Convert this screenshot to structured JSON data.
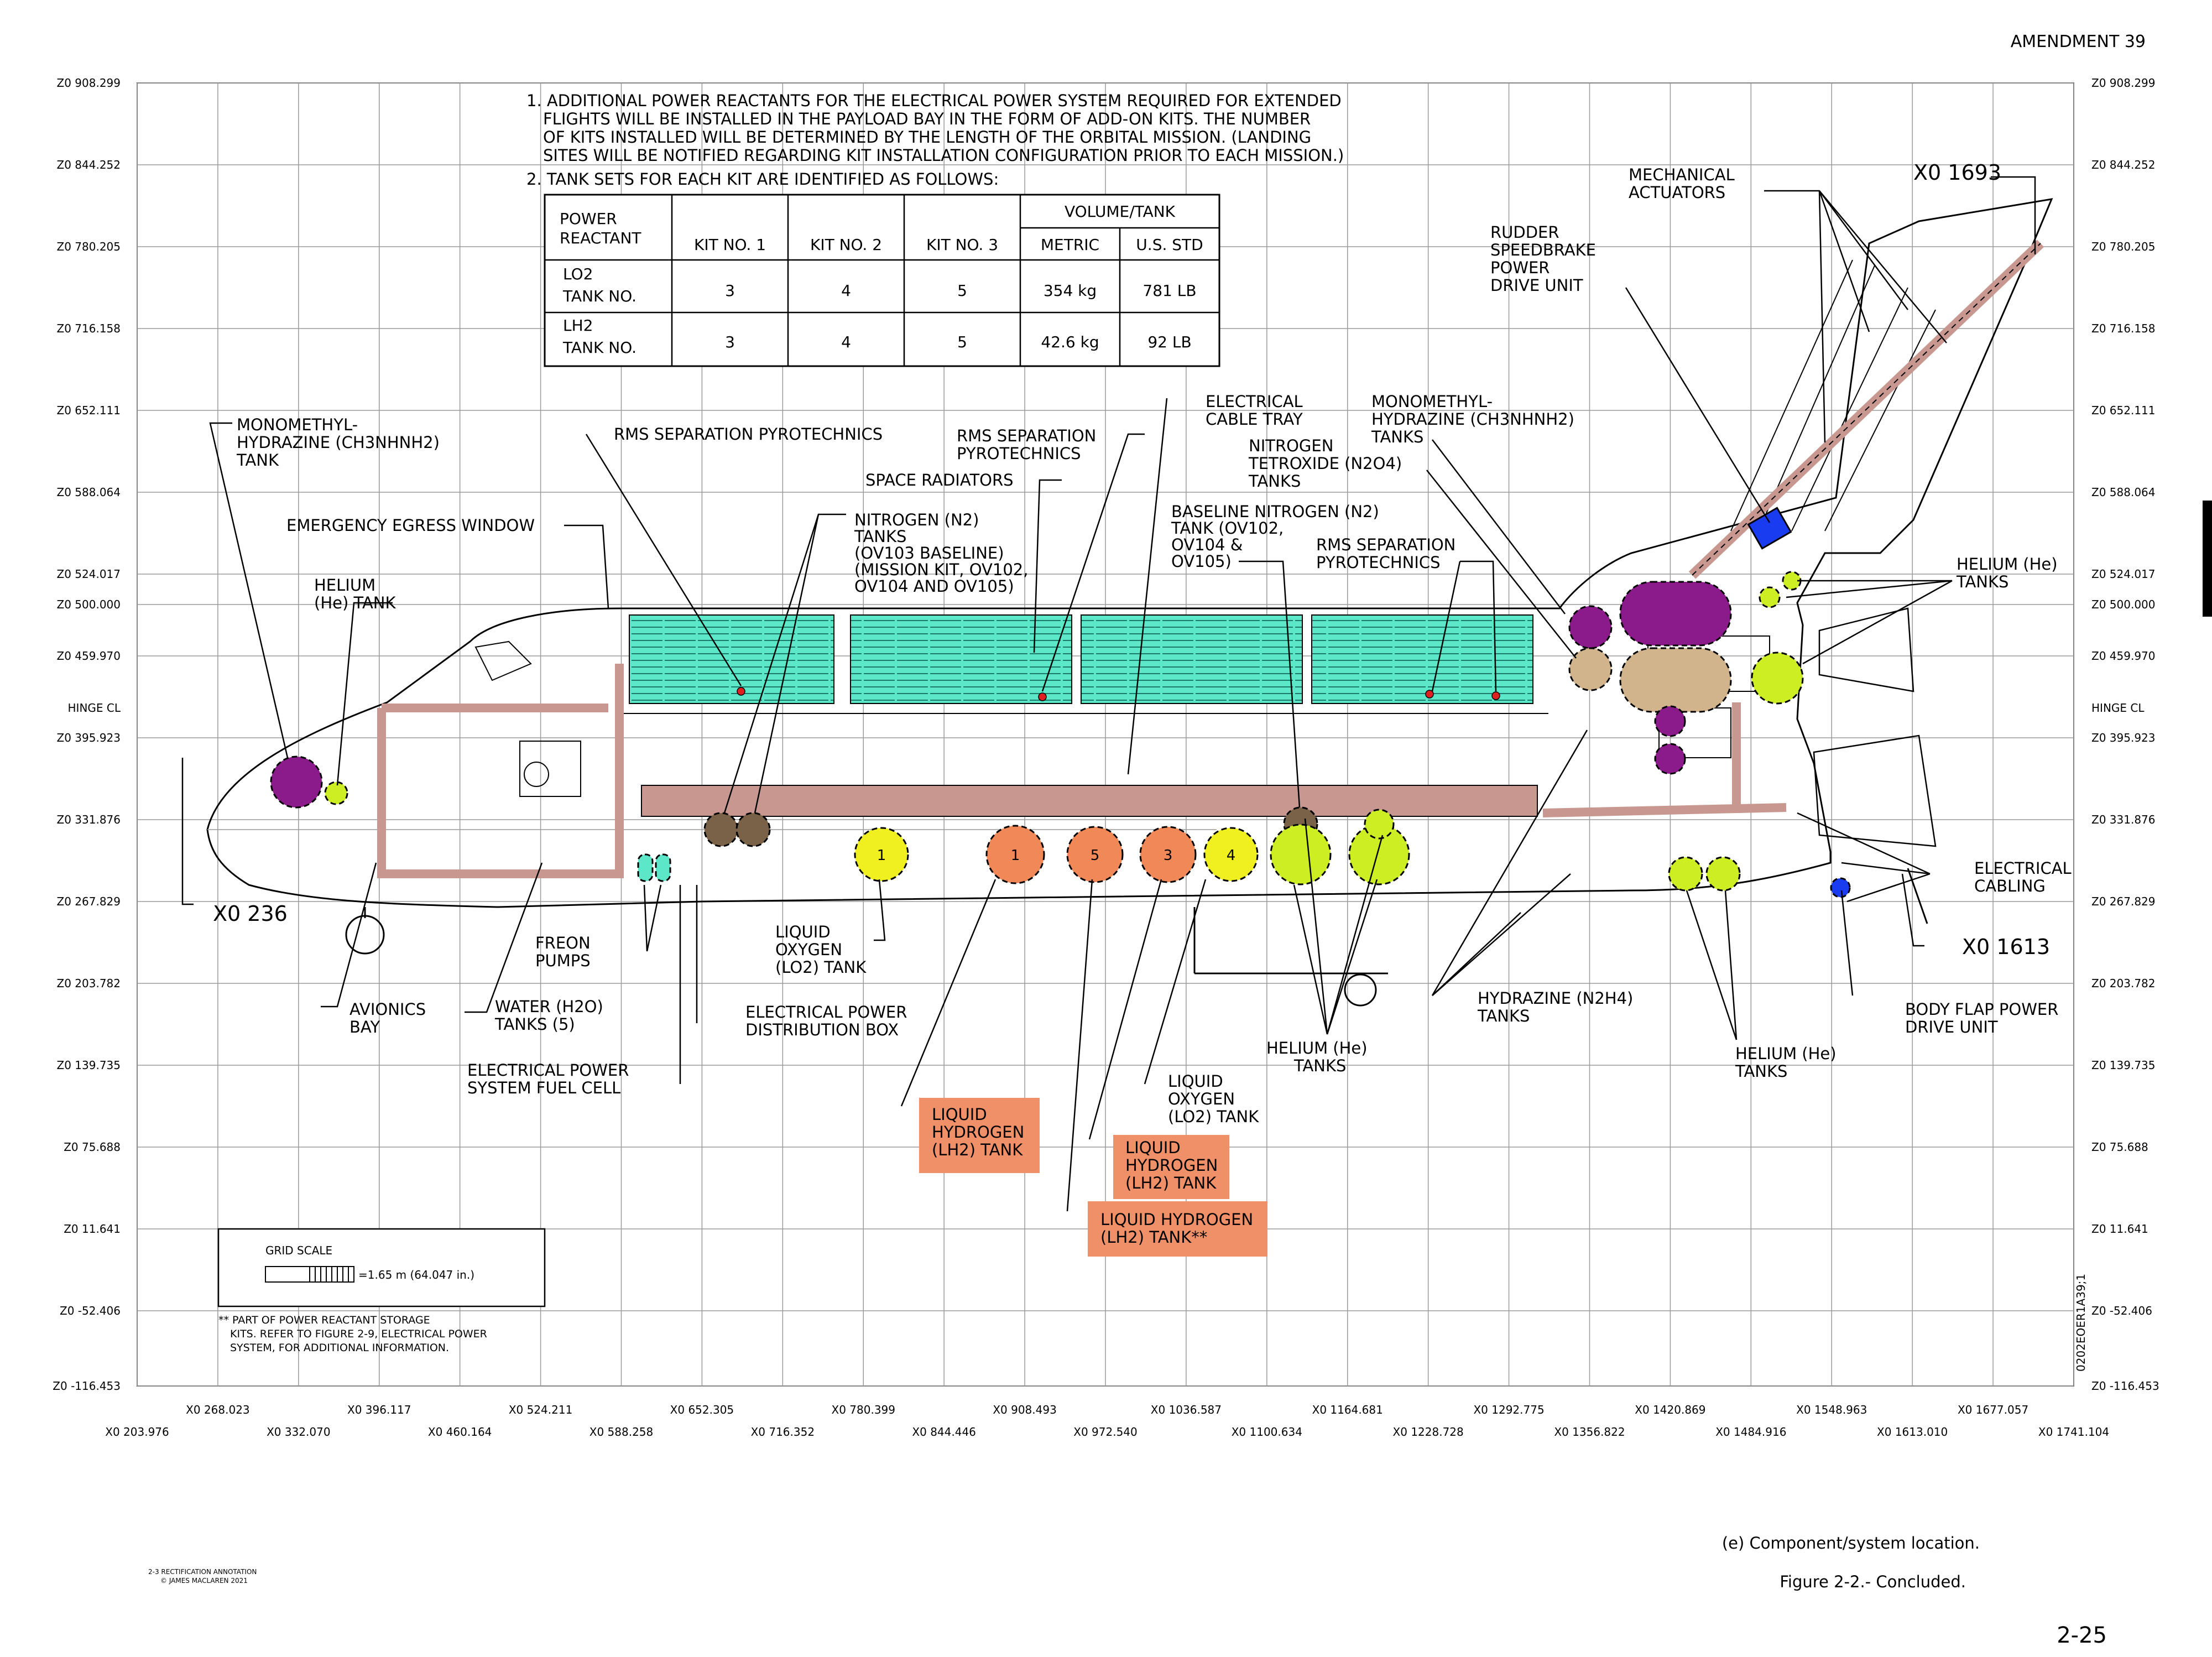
{
  "amendment": "AMENDMENT 39",
  "z_labels": [
    "Z0 908.299",
    "Z0 844.252",
    "Z0 780.205",
    "Z0 716.158",
    "Z0 652.111",
    "Z0 588.064",
    "Z0 524.017",
    "Z0 500.000",
    "Z0 459.970",
    "HINGE CL",
    "Z0 395.923",
    "Z0 331.876",
    "Z0 267.829",
    "Z0 203.782",
    "Z0 139.735",
    "Z0 75.688",
    "Z0 11.641",
    "Z0 -52.406",
    "Z0 -116.453"
  ],
  "x_labels_upper": [
    "X0 268.023",
    "X0 396.117",
    "X0 524.211",
    "X0 652.305",
    "X0 780.399",
    "X0 908.493",
    "X0 1036.587",
    "X0 1164.681",
    "X0 1292.775",
    "X0 1420.869",
    "X0 1548.963",
    "X0 1677.057"
  ],
  "x_labels_lower": [
    "X0 203.976",
    "X0 332.070",
    "X0 460.164",
    "X0 588.258",
    "X0 716.352",
    "X0 844.446",
    "X0 972.540",
    "X0 1100.634",
    "X0 1228.728",
    "X0 1356.822",
    "X0 1484.916",
    "X0 1613.010",
    "X0 1741.104"
  ],
  "notes": [
    "1. ADDITIONAL POWER REACTANTS FOR THE ELECTRICAL POWER SYSTEM REQUIRED FOR EXTENDED",
    "FLIGHTS WILL BE INSTALLED IN THE PAYLOAD BAY IN THE FORM OF ADD-ON KITS. THE NUMBER",
    "OF KITS INSTALLED WILL BE DETERMINED BY THE LENGTH OF THE ORBITAL MISSION. (LANDING",
    "SITES WILL BE NOTIFIED REGARDING KIT INSTALLATION CONFIGURATION PRIOR TO EACH MISSION.)",
    "2. TANK SETS FOR EACH KIT ARE IDENTIFIED AS FOLLOWS:"
  ],
  "table": {
    "h_power": "POWER",
    "h_reactant": "REACTANT",
    "h_kit1": "KIT NO. 1",
    "h_kit2": "KIT NO. 2",
    "h_kit3": "KIT NO. 3",
    "h_volume": "VOLUME/TANK",
    "h_metric": "METRIC",
    "h_us": "U.S. STD",
    "lo2_a": "LO2",
    "lo2_b": "TANK NO.",
    "lo2_k1": "3",
    "lo2_k2": "4",
    "lo2_k3": "5",
    "lo2_m": "354 kg",
    "lo2_u": "781 LB",
    "lh2_a": "LH2",
    "lh2_b": "TANK NO.",
    "lh2_k1": "3",
    "lh2_k2": "4",
    "lh2_k3": "5",
    "lh2_m": "42.6 kg",
    "lh2_u": "92 LB"
  },
  "labels": {
    "mmh_tank": [
      "MONOMETHYL-",
      "HYDRAZINE (CH3NHNH2)",
      "TANK"
    ],
    "rms_sep1": "RMS SEPARATION PYROTECHNICS",
    "rms_sep2": [
      "RMS SEPARATION",
      "PYROTECHNICS"
    ],
    "space_rad": "SPACE RADIATORS",
    "elec_tray": [
      "ELECTRICAL",
      "CABLE TRAY"
    ],
    "mmh_tanks": [
      "MONOMETHYL-",
      "HYDRAZINE (CH3NHNH2)",
      "TANKS"
    ],
    "n2o4": [
      "NITROGEN",
      "TETROXIDE (N2O4)",
      "TANKS"
    ],
    "mech_act": [
      "MECHANICAL",
      "ACTUATORS"
    ],
    "x1693": "X0  1693",
    "rudder": [
      "RUDDER",
      "SPEEDBRAKE",
      "POWER",
      "DRIVE UNIT"
    ],
    "egress": "EMERGENCY EGRESS WINDOW",
    "helium_tank": [
      "HELIUM",
      "(He) TANK"
    ],
    "n2_tanks": [
      "NITROGEN (N2)",
      "TANKS",
      "(OV103 BASELINE)",
      "(MISSION KIT, OV102,",
      "OV104 AND OV105)"
    ],
    "baseline_n2": [
      "BASELINE NITROGEN (N2)",
      "TANK (OV102,",
      "OV104 &",
      "OV105)"
    ],
    "rms_sep3": [
      "RMS SEPARATION",
      "PYROTECHNICS"
    ],
    "he_tanks_r": [
      "HELIUM (He)",
      "TANKS"
    ],
    "x236": "X0  236",
    "elec_cabling": [
      "ELECTRICAL",
      "CABLING"
    ],
    "x1613": "X0  1613",
    "freon": [
      "FREON",
      "PUMPS"
    ],
    "lo2_tank": [
      "LIQUID",
      "OXYGEN",
      "(LO2) TANK"
    ],
    "avionics": [
      "AVIONICS",
      "BAY"
    ],
    "water": [
      "WATER (H2O)",
      "TANKS (5)"
    ],
    "epdb": [
      "ELECTRICAL POWER",
      "DISTRIBUTION BOX"
    ],
    "hydrazine": [
      "HYDRAZINE (N2H4)",
      "TANKS"
    ],
    "body_flap": [
      "BODY FLAP POWER",
      "DRIVE UNIT"
    ],
    "fuel_cell": [
      "ELECTRICAL POWER",
      "SYSTEM FUEL CELL"
    ],
    "he_tanks_c": [
      "HELIUM (He)",
      "TANKS"
    ],
    "he_tanks_b": [
      "HELIUM (He)",
      "TANKS"
    ],
    "lo2_tank2": [
      "LIQUID",
      "OXYGEN",
      "(LO2) TANK"
    ],
    "lh2_1": [
      "LIQUID",
      "HYDROGEN",
      "(LH2) TANK"
    ],
    "lh2_2": [
      "LIQUID",
      "HYDROGEN",
      "(LH2) TANK"
    ],
    "lh2_3": [
      "LIQUID HYDROGEN",
      "(LH2) TANK**"
    ]
  },
  "tank_numbers": {
    "lo2_1": "1",
    "lh2_1": "1",
    "lh2_5": "5",
    "lh2_3": "3",
    "lo2_4": "4"
  },
  "grid_scale": {
    "title": "GRID SCALE",
    "value": "=1.65 m  (64.047 in.)"
  },
  "footnote": [
    "** PART OF POWER REACTANT STORAGE",
    "KITS. REFER TO FIGURE 2-9, ELECTRICAL POWER",
    "SYSTEM, FOR ADDITIONAL INFORMATION."
  ],
  "vertical_id": "0202EOER1A39;1",
  "caption_sub": "(e)  Component/system  location.",
  "caption": "Figure  2-2.-  Concluded.",
  "page_no": "2-25",
  "credit": [
    "2-3 RECTIFICATION ANNOTATION",
    "© JAMES MACLAREN 2021"
  ],
  "colors": {
    "radiator": "#5ce8c8",
    "mmh": "#8b1a8b",
    "n2o4": "#d2b48c",
    "helium": "#ccee22",
    "lo2": "#f0f020",
    "lh2": "#f08858",
    "n2": "#7a6248",
    "blue": "#1a3cf0",
    "tray": "#c89890",
    "lh2_label": "#f09068"
  }
}
